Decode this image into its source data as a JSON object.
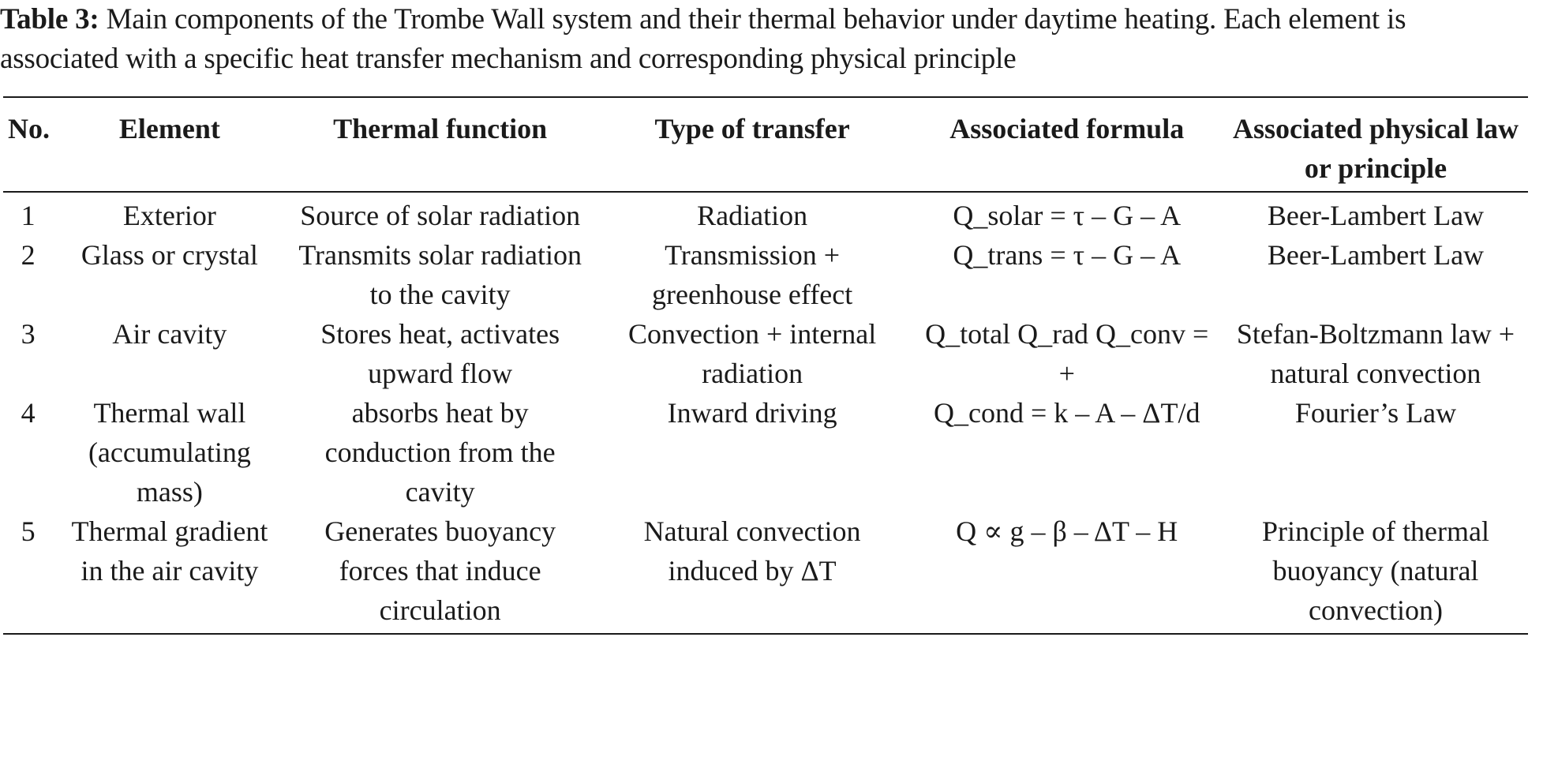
{
  "caption": {
    "label": "Table 3:",
    "text": " Main components of the Trombe Wall system and their thermal behavior under daytime heating. Each element is associated with a specific heat transfer mechanism and corresponding physical principle"
  },
  "table": {
    "headers": {
      "no": "No.",
      "element": "Element",
      "function": "Thermal function",
      "transfer": "Type of transfer",
      "formula": "Associated formula",
      "law": "Associated physical law or principle"
    },
    "rows": [
      {
        "no": "1",
        "element": "Exterior",
        "function": "Source of solar radiation",
        "transfer": "Radiation",
        "formula": "Q_solar = τ – G – A",
        "law": "Beer-Lambert Law"
      },
      {
        "no": "2",
        "element": "Glass or crystal",
        "function": "Transmits solar radiation to the cavity",
        "transfer": "Transmission + greenhouse effect",
        "formula": "Q_trans = τ – G – A",
        "law": "Beer-Lambert Law"
      },
      {
        "no": "3",
        "element": "Air cavity",
        "function": "Stores heat, activates upward flow",
        "transfer": "Convection + internal radiation",
        "formula": "Q_total Q_rad Q_conv = +",
        "law": "Stefan-Boltzmann law + natural convection"
      },
      {
        "no": "4",
        "element": "Thermal wall (accumulating mass)",
        "function": "absorbs heat by conduction from the cavity",
        "transfer": "Inward driving",
        "formula": "Q_cond = k – A – ΔT/d",
        "law": "Fourier’s Law"
      },
      {
        "no": "5",
        "element": "Thermal gradient in the air cavity",
        "function": "Generates buoyancy forces that induce circulation",
        "transfer": "Natural convection induced by ΔT",
        "formula": "Q ∝ g – β – ΔT – H",
        "law": "Principle of thermal buoyancy (natural convection)"
      }
    ]
  }
}
